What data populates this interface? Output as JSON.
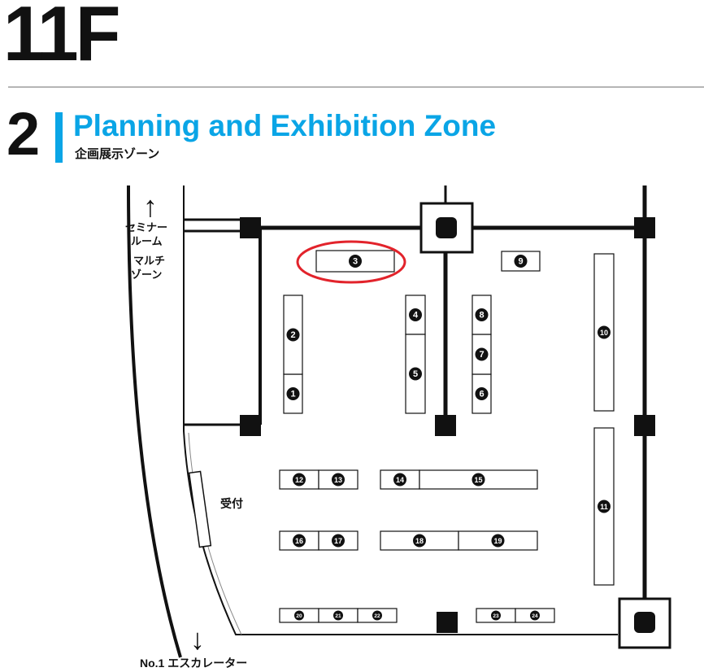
{
  "header": {
    "floor": "11F",
    "zone_number": "2",
    "zone_title": "Planning and Exhibition Zone",
    "zone_subtitle": "企画展示ゾーン"
  },
  "map": {
    "labels": {
      "seminar_line1": "セミナー",
      "seminar_line2": "ルーム",
      "multi_line1": "マルチ",
      "multi_line2": "ゾーン",
      "reception": "受付",
      "escalator": "No.1 エスカレーター"
    },
    "booths": [
      "1",
      "2",
      "3",
      "4",
      "5",
      "6",
      "7",
      "8",
      "9",
      "10",
      "11",
      "12",
      "13",
      "14",
      "15",
      "16",
      "17",
      "18",
      "19",
      "20",
      "21",
      "22",
      "23",
      "24"
    ],
    "highlighted_booth": "3",
    "highlight_color": "#e2232b"
  }
}
